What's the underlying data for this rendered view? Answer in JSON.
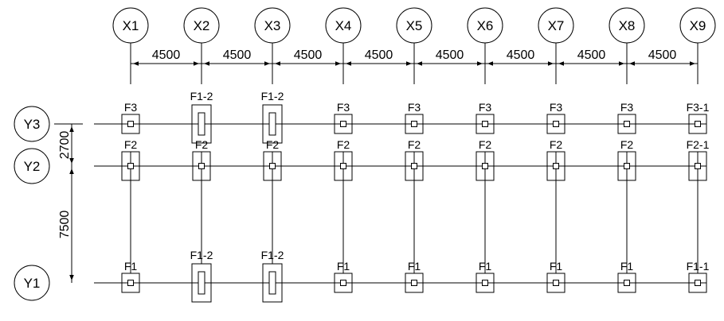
{
  "drawing": {
    "columns": [
      {
        "label": "X1"
      },
      {
        "label": "X2"
      },
      {
        "label": "X3"
      },
      {
        "label": "X4"
      },
      {
        "label": "X5"
      },
      {
        "label": "X6"
      },
      {
        "label": "X7"
      },
      {
        "label": "X8"
      },
      {
        "label": "X9"
      }
    ],
    "rows": [
      {
        "label": "Y3"
      },
      {
        "label": "Y2"
      },
      {
        "label": "Y1"
      }
    ],
    "column_spacings": [
      "4500",
      "4500",
      "4500",
      "4500",
      "4500",
      "4500",
      "4500",
      "4500"
    ],
    "row_spacings": [
      "2700",
      "7500"
    ],
    "foundations": [
      [
        "F3",
        "F1-2",
        "F1-2",
        "F3",
        "F3",
        "F3",
        "F3",
        "F3",
        "F3-1"
      ],
      [
        "F2",
        "F2",
        "F2",
        "F2",
        "F2",
        "F2",
        "F2",
        "F2",
        "F2-1"
      ],
      [
        "F1",
        "F1-2",
        "F1-2",
        "F1",
        "F1",
        "F1",
        "F1",
        "F1",
        "F1-1"
      ]
    ]
  }
}
